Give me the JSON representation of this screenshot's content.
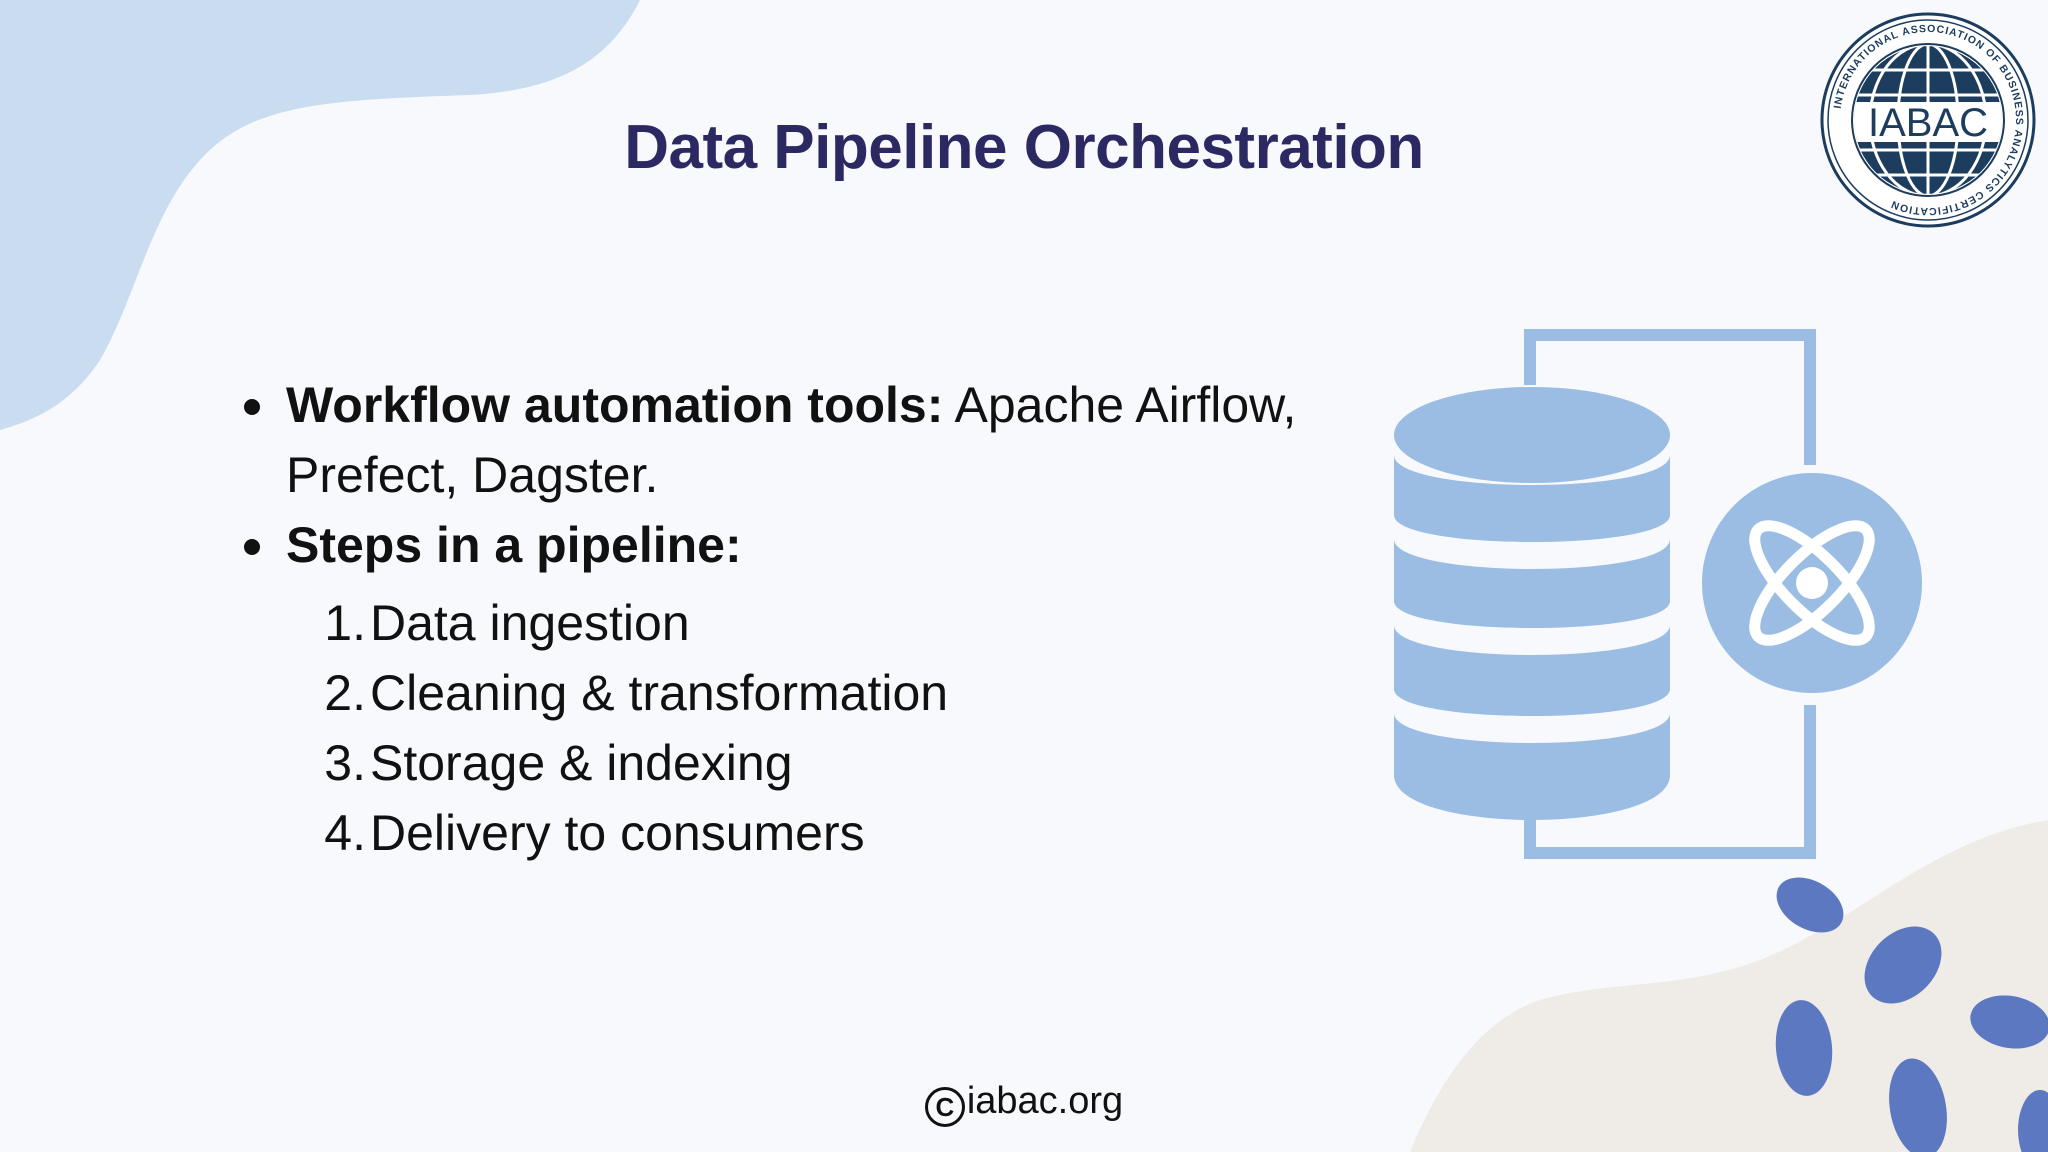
{
  "slide": {
    "title": "Data Pipeline Orchestration",
    "bullets": [
      {
        "bold": "Workflow automation tools:",
        "text": " Apache Airflow, Prefect, Dagster."
      },
      {
        "bold": "Steps in a pipeline:",
        "text": ""
      }
    ],
    "steps": [
      {
        "num": "1.",
        "label": "Data ingestion"
      },
      {
        "num": "2.",
        "label": "Cleaning & transformation"
      },
      {
        "num": "3.",
        "label": "Storage & indexing"
      },
      {
        "num": "4.",
        "label": "Delivery to consumers"
      }
    ],
    "footer": {
      "copyright_symbol": "C",
      "site": "iabac.org"
    }
  },
  "logo": {
    "name": "IABAC",
    "ring_text": "INTERNATIONAL ASSOCIATION OF BUSINESS ANALYTICS CERTIFICATION"
  },
  "colors": {
    "title": "#2b2862",
    "text": "#111111",
    "accent_light_blue": "#9bbde3",
    "blob_blue": "#c9dcf0",
    "blob_grey": "#efece8",
    "dot_blue": "#5b78c1",
    "logo_navy": "#1d3d5f"
  },
  "icons": {
    "database": "database-icon",
    "atom": "atom-icon",
    "copyright": "copyright-icon"
  }
}
